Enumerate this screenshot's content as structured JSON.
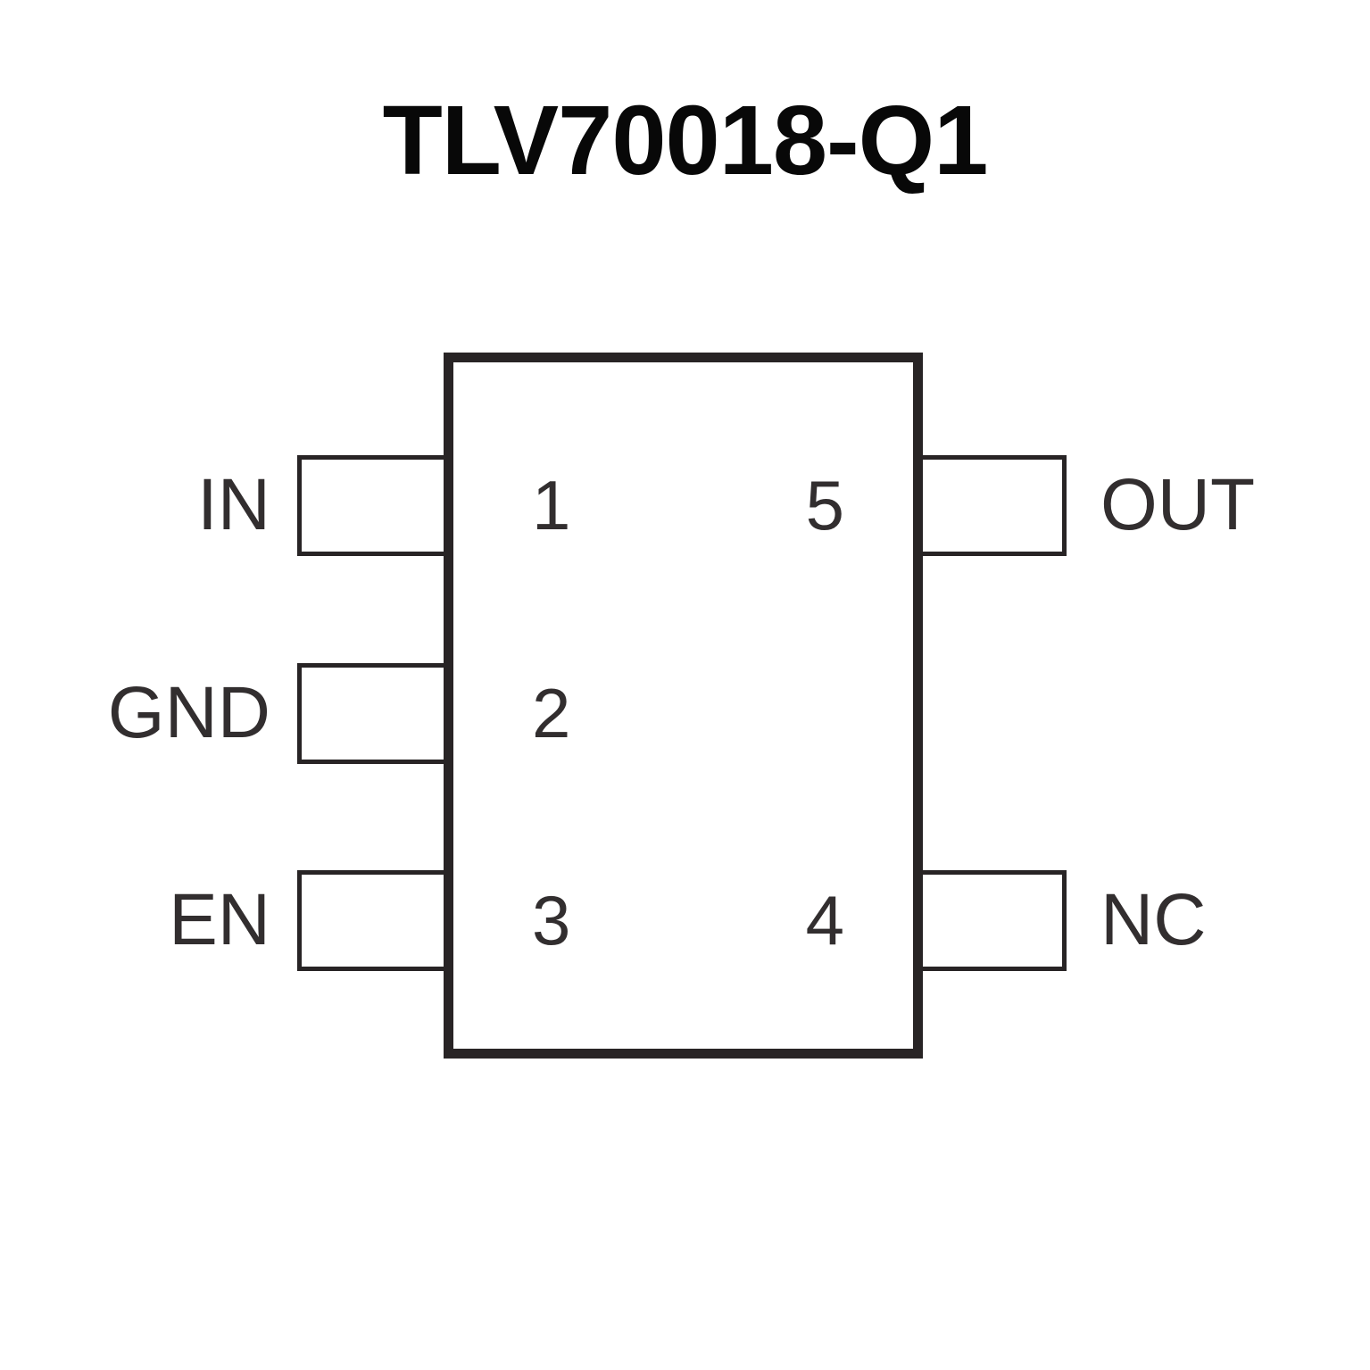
{
  "title": "TLV70018-Q1",
  "colors": {
    "line": "#282425",
    "text": "#322e2f",
    "title_text": "#080808",
    "background": "#ffffff"
  },
  "pins": {
    "left": [
      {
        "number": "1",
        "label": "IN"
      },
      {
        "number": "2",
        "label": "GND"
      },
      {
        "number": "3",
        "label": "EN"
      }
    ],
    "right": [
      {
        "number": "5",
        "label": "OUT"
      },
      {
        "number": "4",
        "label": "NC"
      }
    ]
  }
}
